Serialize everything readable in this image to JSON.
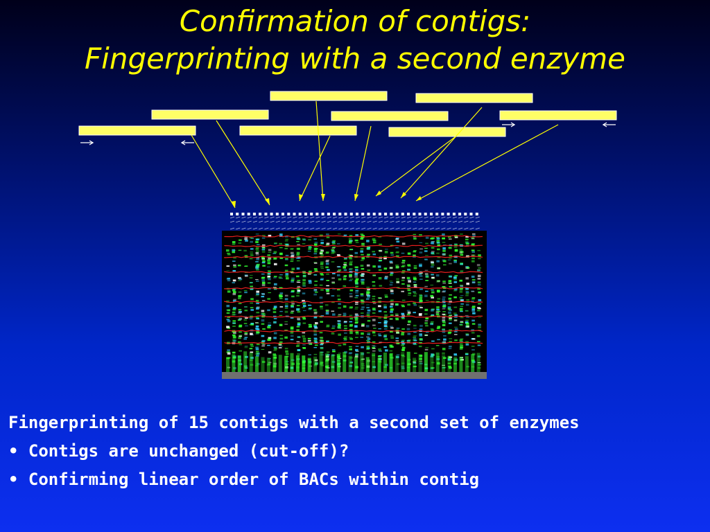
{
  "slide": {
    "title_lines": [
      "Confirmation of contigs:",
      "Fingerprinting with a second enzyme"
    ],
    "body": {
      "heading": "Fingerprinting of 15 contigs with a second set of enzymes",
      "bullets": [
        "• Contigs are unchanged (cut-off)?",
        "• Confirming linear order of BACs within contig"
      ]
    }
  },
  "colors": {
    "title": "#ffff00",
    "text": "#ffffff",
    "bac_bar": "#ffff66",
    "bar_border": "#ffffff",
    "connector": "#ffff00",
    "gel_band_red": "#ff2020",
    "gel_band_green": "#33ff33",
    "gel_band_cyan": "#30d0ff"
  },
  "icons": [
    "right-arrow-icon",
    "left-arrow-icon"
  ],
  "diagram": {
    "bac_clone_count": 8,
    "gel_lane_count": 44
  }
}
